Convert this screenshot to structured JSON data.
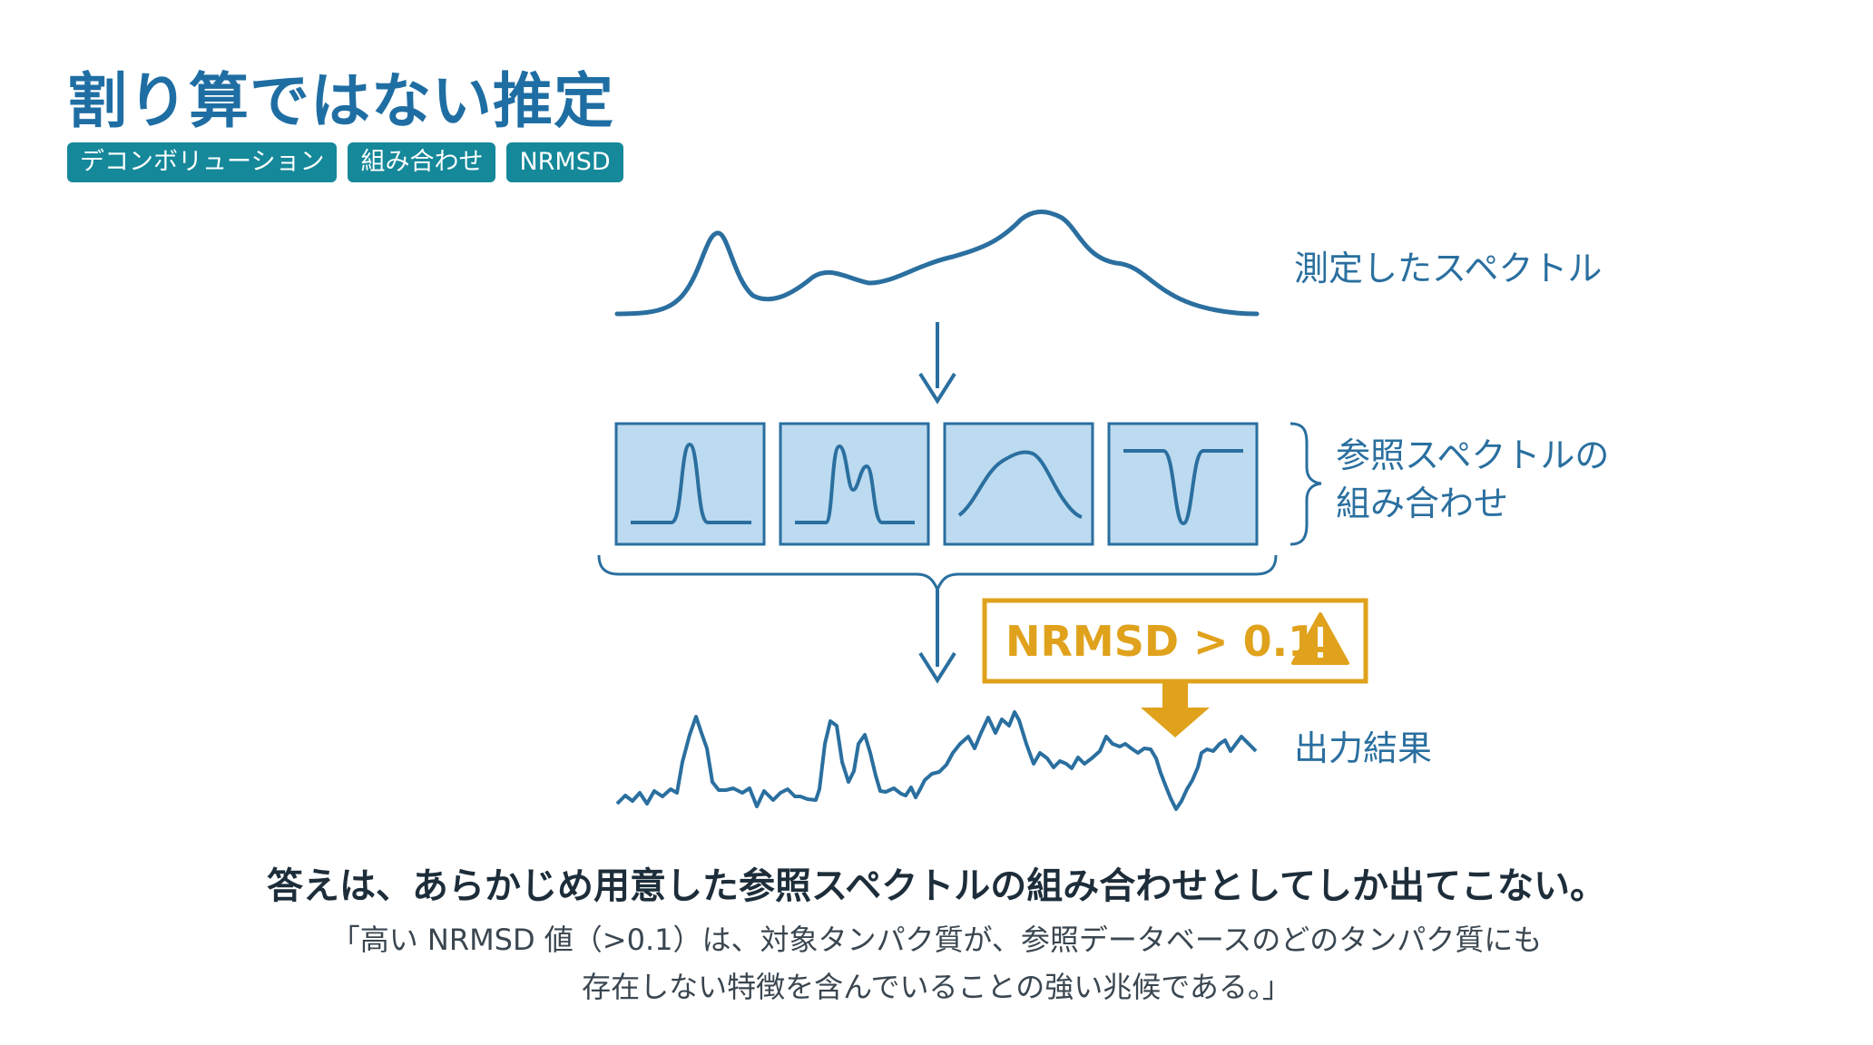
{
  "title": "割り算ではない推定",
  "tags": [
    "デコンボリューション",
    "組み合わせ",
    "NRMSD"
  ],
  "diagram": {
    "measured_label": "測定したスペクトル",
    "reference_label_line1": "参照スペクトルの",
    "reference_label_line2": "組み合わせ",
    "warning_text": "NRMSD > 0.1",
    "warning_icon": "warning-triangle-icon",
    "output_label": "出力結果"
  },
  "colors": {
    "title": "#1f6ea3",
    "tag_background": "#15889a",
    "line": "#2a6f9f",
    "reference_box_fill": "#bcdaf0",
    "warning": "#e0a21c"
  },
  "conclusion": "答えは、あらかじめ用意した参照スペクトルの組み合わせとしてしか出てこない。",
  "quote_line1": "「高い NRMSD 値（>0.1）は、対象タンパク質が、参照データベースのどのタンパク質にも",
  "quote_line2": "存在しない特徴を含んでいることの強い兆候である。」"
}
